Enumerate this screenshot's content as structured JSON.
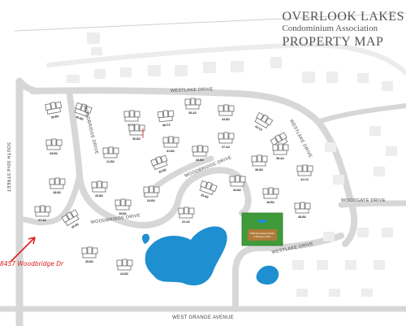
{
  "title": {
    "line1": "OVERLOOK LAKES",
    "line2": "Condominium Association",
    "line3": "PROPERTY MAP"
  },
  "streets": {
    "westlake_top": "WESTLAKE DRIVE",
    "westlake_right": "WESTLAKE DRIVE",
    "westlake_bottom": "WESTLAKE DRIVE",
    "woodbridge_left": "WOODBRIDGE DRIVE",
    "woodbridge_mid": "WOODBRIDGE DRIVE",
    "woodbridge_bottom": "WOODBRIDGE DRIVE",
    "woodgate": "WOODGATE DRIVE",
    "south92": "SOUTH 92nd STREET",
    "grange": "WEST GRANGE AVENUE"
  },
  "facility": {
    "line1": "8485 Recreational Facility",
    "line2": "& Managers Office"
  },
  "annotation": "8457 Woodbridge Dr",
  "buildings": [
    {
      "label": "38-B2"
    },
    {
      "label": "40-B2"
    },
    {
      "label": "47-B2"
    },
    {
      "label": "46-C2"
    },
    {
      "label": "45-A2"
    },
    {
      "label": "44-B2"
    },
    {
      "label": "43-C2"
    },
    {
      "label": "42-B2"
    },
    {
      "label": "37-A2"
    },
    {
      "label": "36-B2"
    },
    {
      "label": "35-B2"
    },
    {
      "label": "34-B2"
    },
    {
      "label": "33-B2"
    },
    {
      "label": "32-B2"
    },
    {
      "label": "31-B2"
    },
    {
      "label": "30-B2"
    },
    {
      "label": "29-B2"
    },
    {
      "label": "28-B2"
    },
    {
      "label": "27-A2"
    },
    {
      "label": "26-B2"
    },
    {
      "label": "25-B2"
    },
    {
      "label": "24-B2"
    },
    {
      "label": "23-B2"
    },
    {
      "label": "22-A2"
    },
    {
      "label": "21-B2"
    },
    {
      "label": "20-B2"
    },
    {
      "label": "19-B2"
    },
    {
      "label": "18-B2"
    },
    {
      "label": "41-C2"
    },
    {
      "label": "39-A2"
    },
    {
      "label": "48-B2"
    }
  ],
  "colors": {
    "road": "#d7d7d7",
    "lake": "#1e8fd0",
    "facility_green": "#3f9b3a",
    "facility_brown": "#b07a3a",
    "annotation": "#d9201f",
    "building": "#7a7a7a"
  }
}
